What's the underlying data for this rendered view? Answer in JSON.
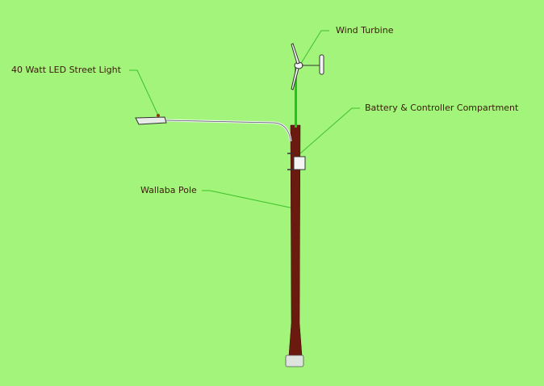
{
  "diagram": {
    "background": "#a2f57a",
    "labels": {
      "street_light": "40 Watt LED Street Light",
      "wind_turbine": "Wind Turbine",
      "battery": "Battery & Controller Compartment",
      "pole": "Wallaba Pole"
    },
    "colors": {
      "pole": "#6b1a10",
      "leader": "#3fbf2a",
      "text": "#3a1a0a",
      "mast": "#22c51a"
    }
  }
}
